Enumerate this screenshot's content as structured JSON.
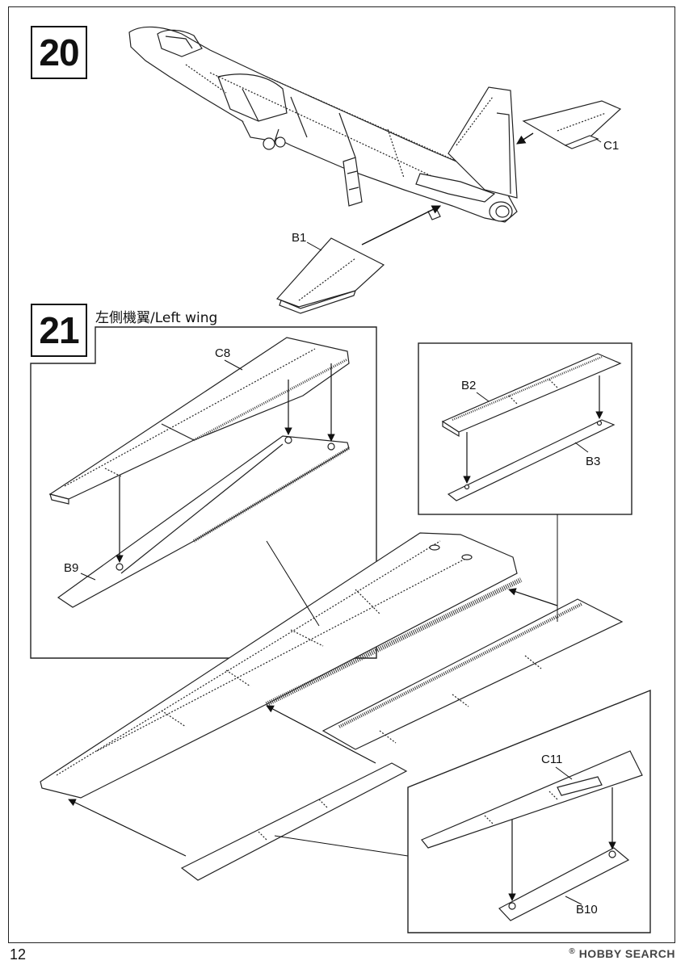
{
  "steps": {
    "step20": {
      "number": "20"
    },
    "step21": {
      "number": "21",
      "caption": "左側機翼/Left wing"
    }
  },
  "parts": {
    "C1": "C1",
    "B1": "B1",
    "C8": "C8",
    "B9": "B9",
    "B2": "B2",
    "B3": "B3",
    "C11": "C11",
    "B10": "B10"
  },
  "footer": {
    "page_number": "12",
    "watermark": "HOBBY SEARCH",
    "watermark_mark": "®"
  }
}
